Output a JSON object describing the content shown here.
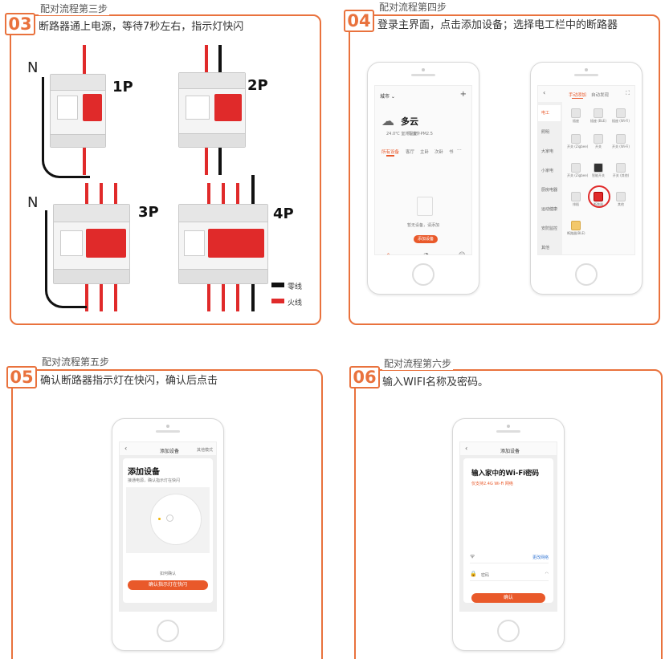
{
  "steps": {
    "s03": {
      "num": "03",
      "title": "配对流程第三步",
      "desc": "断路器通上电源，等待7秒左右，指示灯快闪"
    },
    "s04": {
      "num": "04",
      "title": "配对流程第四步",
      "desc": "登录主界面，点击添加设备；选择电工栏中的断路器"
    },
    "s05": {
      "num": "05",
      "title": "配对流程第五步",
      "desc": "确认断路器指示灯在快闪，确认后点击"
    },
    "s06": {
      "num": "06",
      "title": "配对流程第六步",
      "desc": "输入WIFI名称及密码。"
    }
  },
  "breakers": {
    "labels": [
      "1P",
      "2P",
      "3P",
      "4P"
    ],
    "n_label": "N",
    "legend": {
      "neutral": "零线",
      "live": "火线"
    },
    "colors": {
      "live": "#e02a2a",
      "neutral": "#111111"
    }
  },
  "home_screen": {
    "location": "城市 ⌄",
    "weather": "多云",
    "stats": [
      "24.0℃\n室外温度",
      "优\n室外PM2.5"
    ],
    "tabs": [
      "所有设备",
      "客厅",
      "主卧",
      "次卧",
      "书"
    ],
    "empty_text": "暂无设备，请添加",
    "add_button": "添加设备",
    "nav": [
      "首页",
      "智能",
      "我"
    ]
  },
  "category_screen": {
    "tabs": [
      "手动添加",
      "自动发现"
    ],
    "categories": [
      "电工",
      "照明",
      "大家电",
      "小家电",
      "厨房电器",
      "运动健康",
      "安防监控",
      "其他"
    ],
    "grid": [
      "插座",
      "插座\n(BLE)",
      "插座\n(Wi-Fi)",
      "开关\n(Zigbee)",
      "开关",
      "开关\n(Wi-Fi)",
      "开关\n(Zigbee)",
      "智能开关",
      "开关\n(其他)",
      "排插",
      "断路器",
      "其他",
      "断路器(BLE)"
    ]
  },
  "add_device_screen": {
    "nav_title": "添加设备",
    "nav_right": "其他模式",
    "heading": "添加设备",
    "subtext": "接通电源，确认指示灯在快闪",
    "hint": "如何确认",
    "button": "确认指示灯在快闪"
  },
  "wifi_screen": {
    "nav_title": "添加设备",
    "heading": "输入家中的Wi-Fi密码",
    "subtext": "仅支持2.4G Wi-Fi 网络",
    "wifi_label": "更改网络",
    "password_placeholder": "密码",
    "button": "确认"
  }
}
